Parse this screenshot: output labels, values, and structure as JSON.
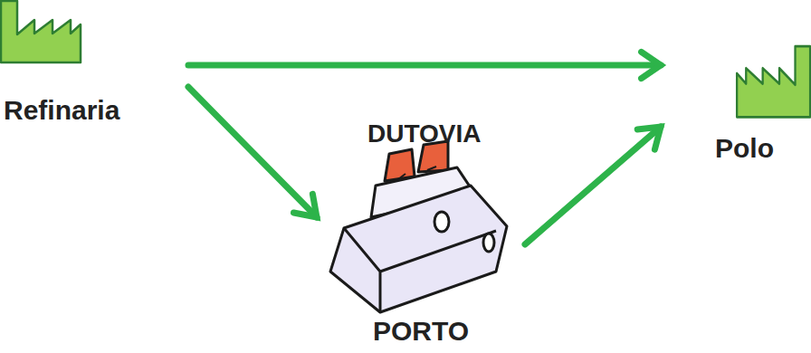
{
  "diagram": {
    "nodes": [
      {
        "text": [
          "Refinaria"
        ]
      },
      {
        "text": [
          "PORTO"
        ]
      },
      {
        "text": [
          "Polo"
        ]
      }
    ],
    "edges": [
      {
        "from": 0,
        "to": 2,
        "arrow": "to",
        "label": "DUTOVIA"
      },
      {
        "from": 0,
        "to": 1,
        "arrow": "to"
      },
      {
        "from": 1,
        "to": 2,
        "arrow": "to"
      }
    ]
  }
}
